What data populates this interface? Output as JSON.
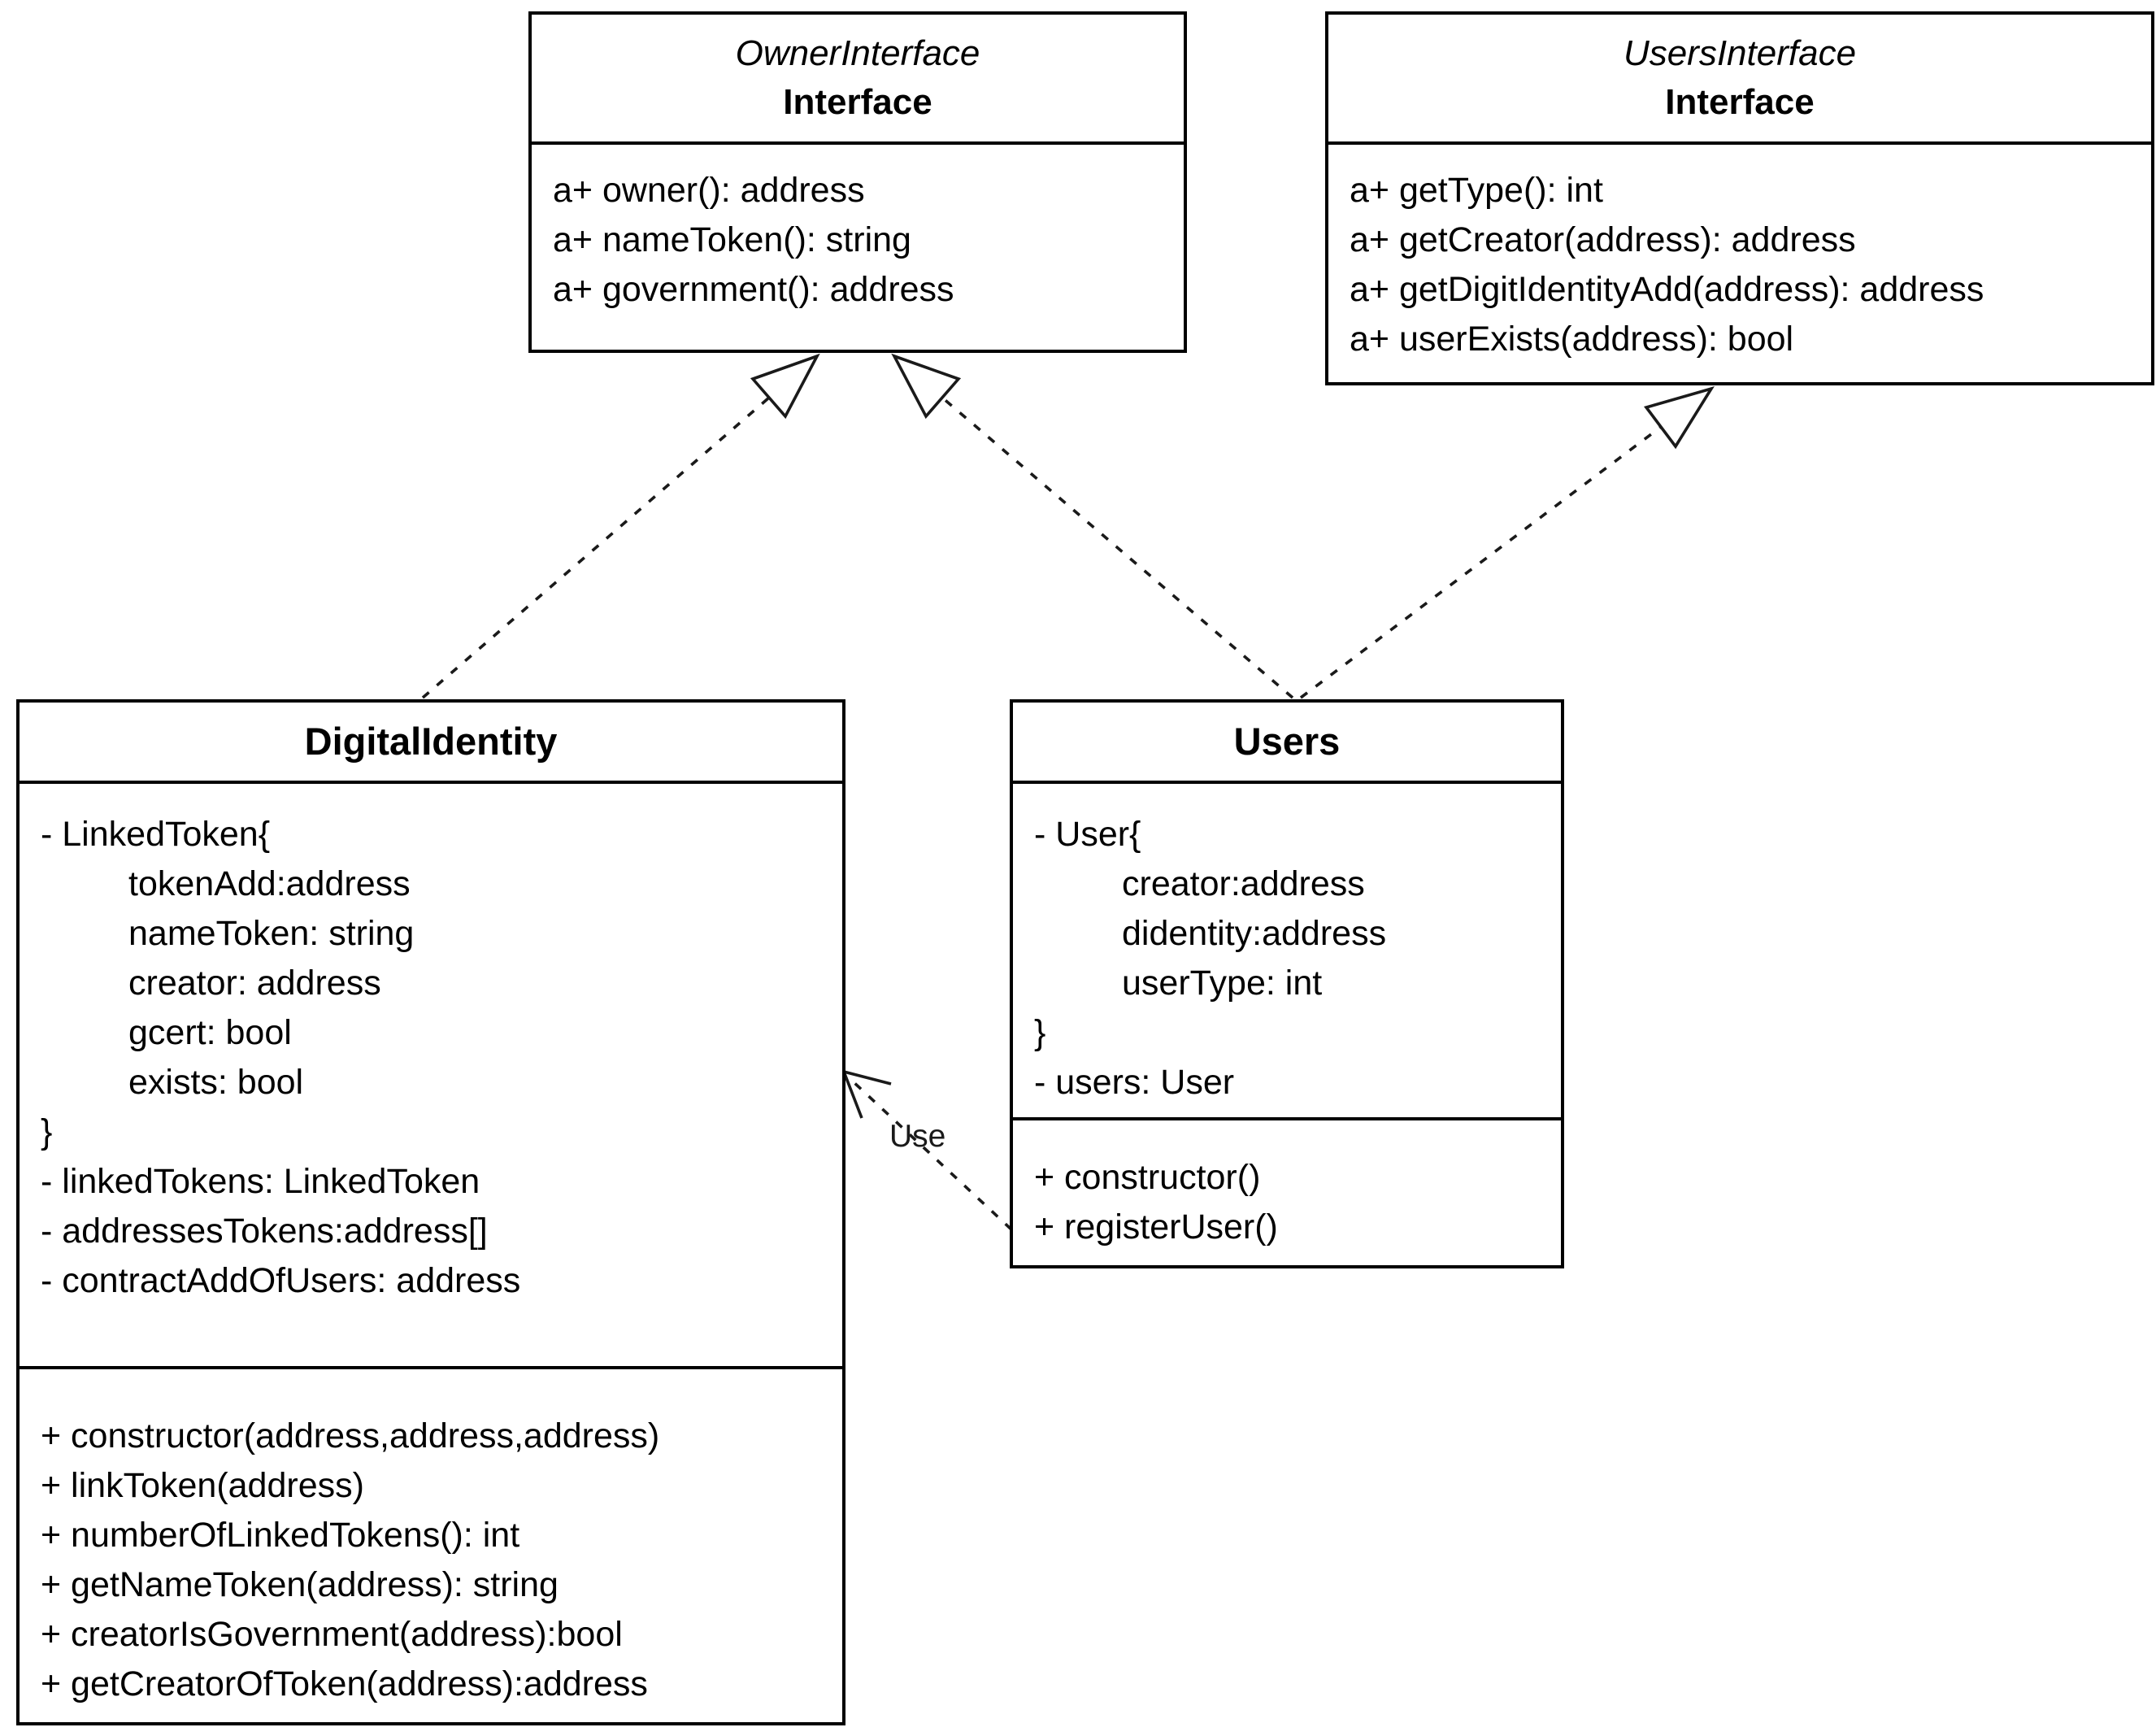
{
  "diagram": {
    "type": "uml-class-diagram",
    "colors": {
      "line": "#1a1a1a",
      "border": "#000000",
      "background": "#ffffff",
      "text": "#000000"
    },
    "classes": [
      {
        "name": "OwnerInterface",
        "stereotype": "Interface",
        "attributes": [],
        "methods": [
          {
            "text": "a+ owner(): address",
            "indent": false
          },
          {
            "text": "a+ nameToken(): string",
            "indent": false
          },
          {
            "text": "a+ government(): address",
            "indent": false
          }
        ]
      },
      {
        "name": "UsersInterface",
        "stereotype": "Interface",
        "attributes": [],
        "methods": [
          {
            "text": "a+ getType(): int",
            "indent": false
          },
          {
            "text": "a+ getCreator(address): address",
            "indent": false
          },
          {
            "text": "a+ getDigitIdentityAdd(address): address",
            "indent": false
          },
          {
            "text": "a+ userExists(address): bool",
            "indent": false
          }
        ]
      },
      {
        "name": "DigitalIdentity",
        "stereotype": "",
        "attributes": [
          {
            "text": "- LinkedToken{",
            "indent": false
          },
          {
            "text": "tokenAdd:address",
            "indent": true
          },
          {
            "text": "nameToken: string",
            "indent": true
          },
          {
            "text": "creator: address",
            "indent": true
          },
          {
            "text": "gcert: bool",
            "indent": true
          },
          {
            "text": "exists: bool",
            "indent": true
          },
          {
            "text": "}",
            "indent": false
          },
          {
            "text": "- linkedTokens: LinkedToken",
            "indent": false
          },
          {
            "text": "- addressesTokens:address[]",
            "indent": false
          },
          {
            "text": "- contractAddOfUsers: address",
            "indent": false
          }
        ],
        "methods": [
          {
            "text": "+ constructor(address,address,address)",
            "indent": false
          },
          {
            "text": "+ linkToken(address)",
            "indent": false
          },
          {
            "text": "+ numberOfLinkedTokens(): int",
            "indent": false
          },
          {
            "text": "+ getNameToken(address): string",
            "indent": false
          },
          {
            "text": "+ creatorIsGovernment(address):bool",
            "indent": false
          },
          {
            "text": "+ getCreatorOfToken(address):address",
            "indent": false
          }
        ]
      },
      {
        "name": "Users",
        "stereotype": "",
        "attributes": [
          {
            "text": "- User{",
            "indent": false
          },
          {
            "text": "creator:address",
            "indent": true
          },
          {
            "text": "didentity:address",
            "indent": true
          },
          {
            "text": "userType: int",
            "indent": true
          },
          {
            "text": "}",
            "indent": false
          },
          {
            "text": "- users: User",
            "indent": false
          }
        ],
        "methods": [
          {
            "text": "+ constructor()",
            "indent": false
          },
          {
            "text": "+ registerUser()",
            "indent": false
          }
        ]
      }
    ],
    "relationships": [
      {
        "from": "DigitalIdentity",
        "to": "OwnerInterface",
        "type": "realization",
        "style": "dashed-hollow-triangle",
        "label": ""
      },
      {
        "from": "Users",
        "to": "OwnerInterface",
        "type": "realization",
        "style": "dashed-hollow-triangle",
        "label": ""
      },
      {
        "from": "Users",
        "to": "UsersInterface",
        "type": "realization",
        "style": "dashed-hollow-triangle",
        "label": ""
      },
      {
        "from": "Users",
        "to": "DigitalIdentity",
        "type": "dependency",
        "style": "dashed-open-arrow",
        "label": "Use"
      }
    ]
  }
}
